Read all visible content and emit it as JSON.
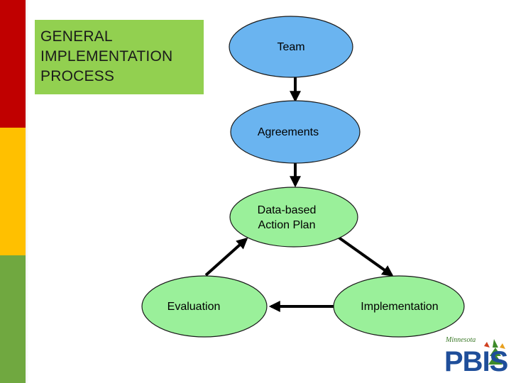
{
  "title": {
    "lines": [
      "GENERAL",
      "IMPLEMENTATION",
      "PROCESS"
    ]
  },
  "nodes": {
    "team": "Team",
    "agreements": "Agreements",
    "action_plan_line1": "Data-based",
    "action_plan_line2": "Action Plan",
    "evaluation": "Evaluation",
    "implementation": "Implementation"
  },
  "logo": {
    "small_text": "Minnesota",
    "text": "PBIS"
  },
  "colors": {
    "title_box": "#92d050",
    "blue_node": "#6ab4f0",
    "green_node": "#9af09a",
    "stripe_red": "#c00000",
    "stripe_yellow": "#ffc000",
    "stripe_green": "#70a840"
  }
}
